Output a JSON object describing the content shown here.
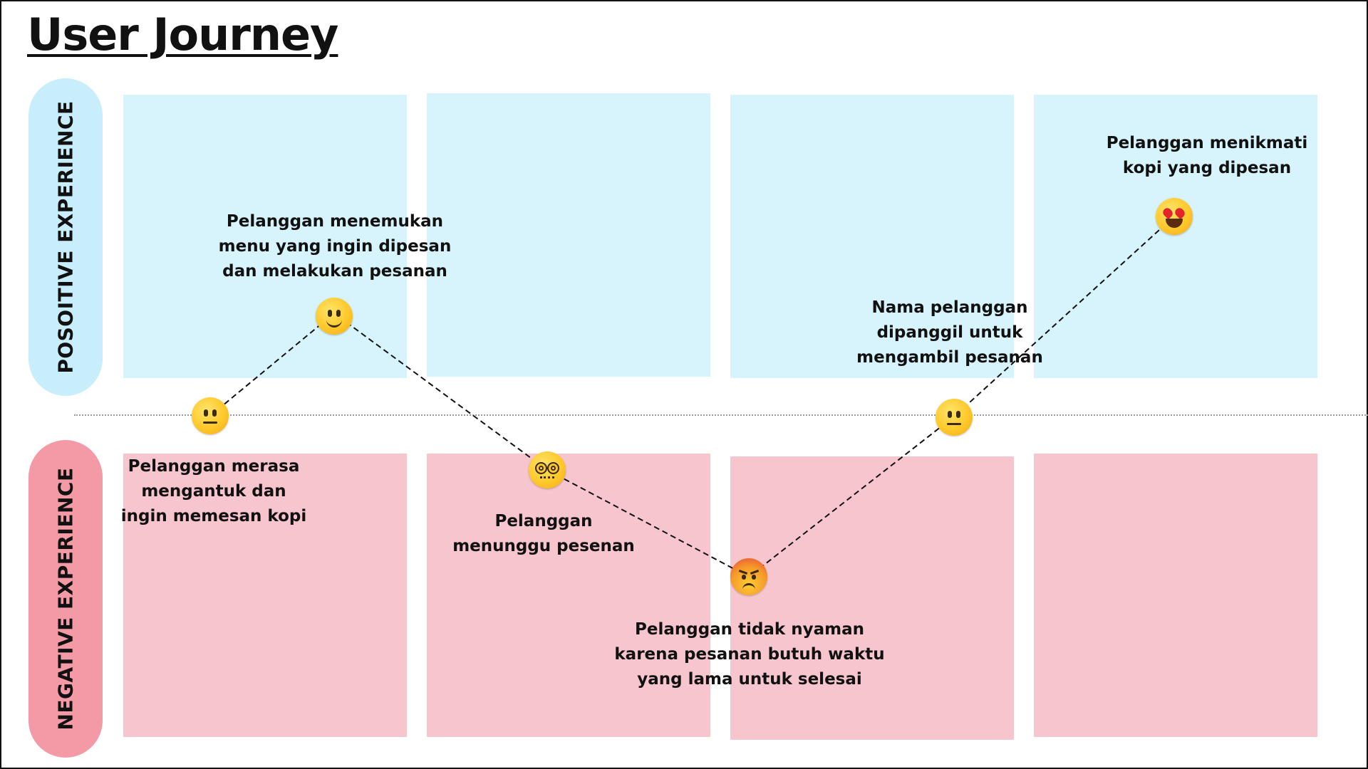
{
  "title": "User Journey",
  "lanes": {
    "positive": "POSOITIVE EXPERIENCE",
    "negative": "NEGATIVE EXPERIENCE"
  },
  "colors": {
    "positive_lane": "#c8eefb",
    "positive_box": "#d7f3fc",
    "negative_lane": "#f39aa6",
    "negative_box": "#f6c5cd"
  },
  "steps": [
    {
      "icon": "neutral-face-icon",
      "text": "Pelanggan merasa\nmengantuk dan\ningin memesan kopi"
    },
    {
      "icon": "slightly-smiling-face-icon",
      "text": "Pelanggan menemukan\nmenu yang ingin dipesan\ndan melakukan pesanan"
    },
    {
      "icon": "dizzy-face-icon",
      "text": "Pelanggan\nmenunggu pesenan"
    },
    {
      "icon": "angry-face-icon",
      "text": "Pelanggan tidak nyaman\nkarena pesanan butuh waktu\nyang lama untuk selesai"
    },
    {
      "icon": "neutral-face-icon",
      "text": "Nama pelanggan\ndipanggil untuk\nmengambil pesanan"
    },
    {
      "icon": "heart-eyes-face-icon",
      "text": "Pelanggan menikmati\nkopi yang dipesan"
    }
  ]
}
